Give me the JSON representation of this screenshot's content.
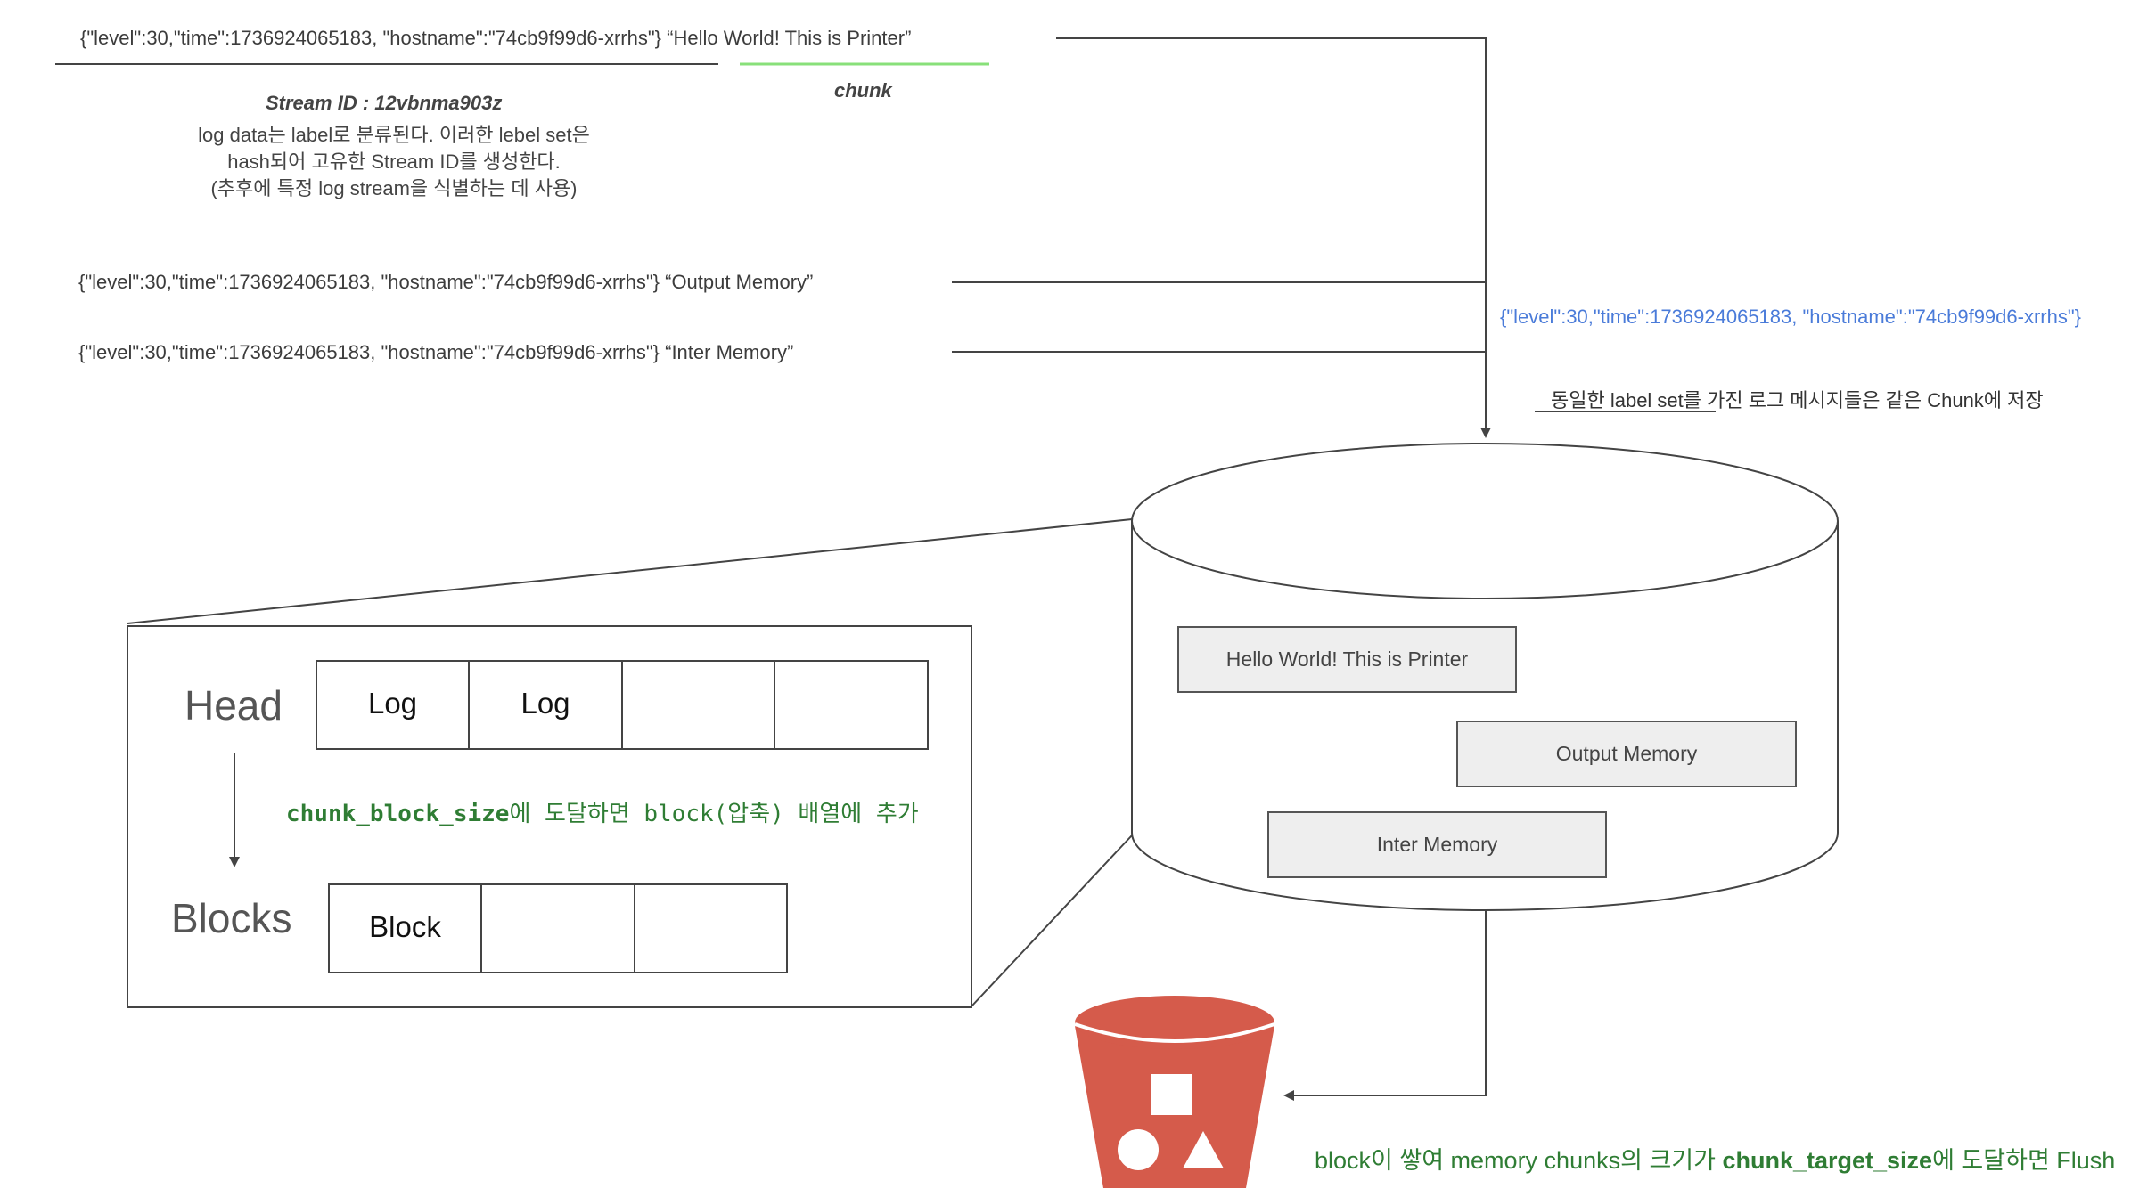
{
  "top_log": {
    "prefix": "{\"level\":30,\"time\":1736924065183, \"hostname\":\"74cb9f99d6-xrrhs\"}",
    "message": "“Hello World! This is Printer”"
  },
  "chunk_label": "chunk",
  "stream": {
    "id_label": "Stream ID : 12vbnma903z",
    "description_lines": [
      "log data는 label로 분류된다. 이러한 lebel set은",
      "hash되어 고유한 Stream ID를 생성한다.",
      "(추후에 특정 log stream을 식별하는 데 사용)"
    ]
  },
  "log_lines": [
    "{\"level\":30,\"time\":1736924065183, \"hostname\":\"74cb9f99d6-xrrhs\"} “Output Memory”",
    "{\"level\":30,\"time\":1736924065183, \"hostname\":\"74cb9f99d6-xrrhs\"} “Inter Memory”"
  ],
  "label_set": "{\"level\":30,\"time\":1736924065183, \"hostname\":\"74cb9f99d6-xrrhs\"}",
  "same_label_note": "동일한 label set를 가진 로그 메시지들은 같은 Chunk에 저장",
  "chunk_store": {
    "messages": [
      "Hello World! This is Printer",
      "Output Memory",
      "Inter Memory"
    ]
  },
  "detail": {
    "head_label": "Head",
    "blocks_label": "Blocks",
    "head_cells": [
      "Log",
      "Log",
      "",
      ""
    ],
    "block_cells": [
      "Block",
      "",
      ""
    ],
    "block_note_code": "chunk_block_size",
    "block_note_rest": "에 도달하면 block(압축) 배열에 추가"
  },
  "flush_note": {
    "part1": "block이 쌓여 memory chunks의 크기가 ",
    "bold": "chunk_target_size",
    "part2": "에 도달하면 Flush"
  },
  "icons": [
    "bucket-icon",
    "square-icon",
    "circle-icon",
    "triangle-icon"
  ],
  "colors": {
    "label_set_blue": "#4a7bd9",
    "note_green": "#2f7d34",
    "chunk_underline": "#88e07a",
    "bucket_red": "#d55b4b"
  }
}
